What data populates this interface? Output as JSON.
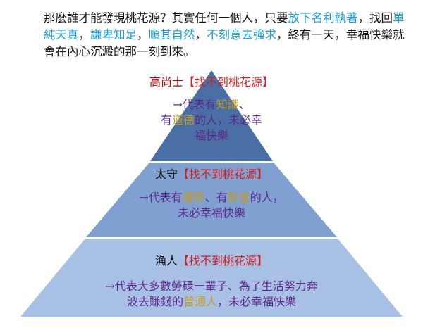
{
  "intro": {
    "parts": [
      {
        "text": "那麼誰才能發現桃花源？其實任何一個人，只要",
        "hl": false
      },
      {
        "text": "放下名利執著",
        "hl": true
      },
      {
        "text": "，找回",
        "hl": false
      },
      {
        "text": "單純天真",
        "hl": true
      },
      {
        "text": "，",
        "hl": false
      },
      {
        "text": "謙卑知足",
        "hl": true
      },
      {
        "text": "，",
        "hl": false
      },
      {
        "text": "順其自然",
        "hl": true
      },
      {
        "text": "，",
        "hl": false
      },
      {
        "text": "不刻意去強求",
        "hl": true
      },
      {
        "text": "，終有一天，幸福快樂就會在內心沉澱的那一刻到來。",
        "hl": false
      }
    ]
  },
  "colors": {
    "top_fill": "#4a6fa5",
    "middle_fill": "#7fa0d0",
    "bottom_fill": "#a8c0e4",
    "highlight": "#1a9bd7",
    "tag_red": "#d41c1c",
    "body_purple": "#5b2a8c",
    "body_gold": "#c79a1b"
  },
  "tiers": {
    "top": {
      "name": "高尚士",
      "tag": "【找不到桃花源】",
      "line1_a": "→代表有",
      "line1_gold": "知識",
      "line1_b": "、",
      "line2_a": "有",
      "line2_gold": "道德",
      "line2_b": "的人，未必幸",
      "line3": "福快樂"
    },
    "middle": {
      "name": "太守",
      "tag": "【找不到桃花源】",
      "line1_a": "→代表有",
      "line1_gold": "權勢",
      "line1_b": "、有",
      "line1_gold2": "財富",
      "line1_c": "的人，",
      "line2": "未必幸福快樂"
    },
    "bottom": {
      "name": "漁人",
      "tag": "【找不到桃花源】",
      "line1": "→代表大多數勞碌一輩子、為了生活努力奔",
      "line2_a": "波去賺錢的",
      "line2_gold": "普通人",
      "line2_b": "，未必幸福快樂"
    }
  }
}
